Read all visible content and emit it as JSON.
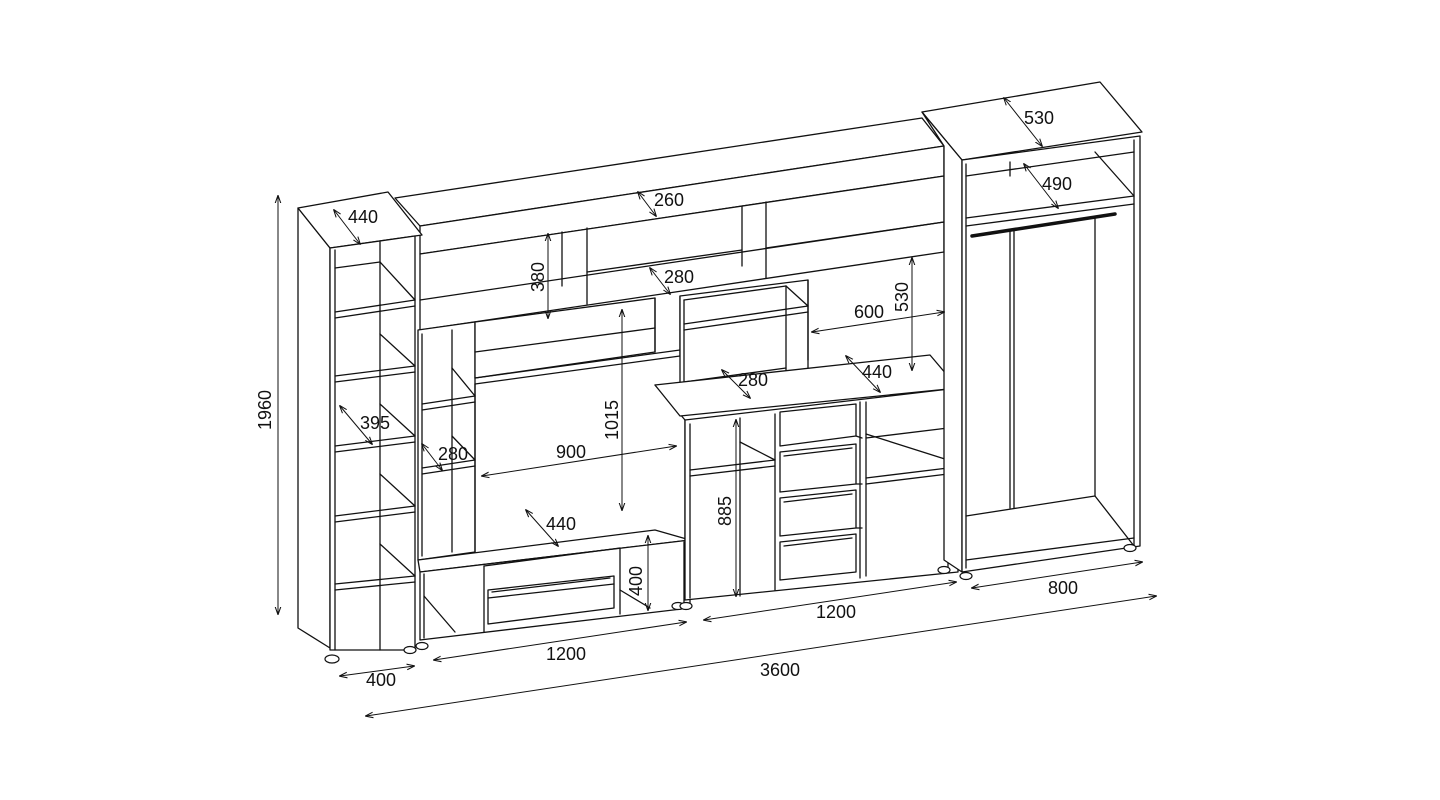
{
  "colors": {
    "line": "#111111",
    "background": "#ffffff"
  },
  "dimensions": {
    "left_tower_depth": "440",
    "left_tower_shelf_depth": "395",
    "left_tower_width": "400",
    "overall_height": "1960",
    "top_shelf_depth": "260",
    "upper_niche_height": "380",
    "upper_shelf_depth": "280",
    "tv_niche_side_shelf_depth": "280",
    "tv_niche_height": "1015",
    "tv_niche_width": "900",
    "tv_stand_depth": "440",
    "tv_drawer_height": "400",
    "left_section_width": "1200",
    "middle_box_shelf_depth": "280",
    "right_niche_width": "600",
    "right_niche_height": "530",
    "right_counter_depth": "440",
    "right_section_height": "885",
    "right_section_width": "1200",
    "wardrobe_depth": "530",
    "wardrobe_shelf_depth": "490",
    "wardrobe_width": "800",
    "overall_width": "3600"
  }
}
